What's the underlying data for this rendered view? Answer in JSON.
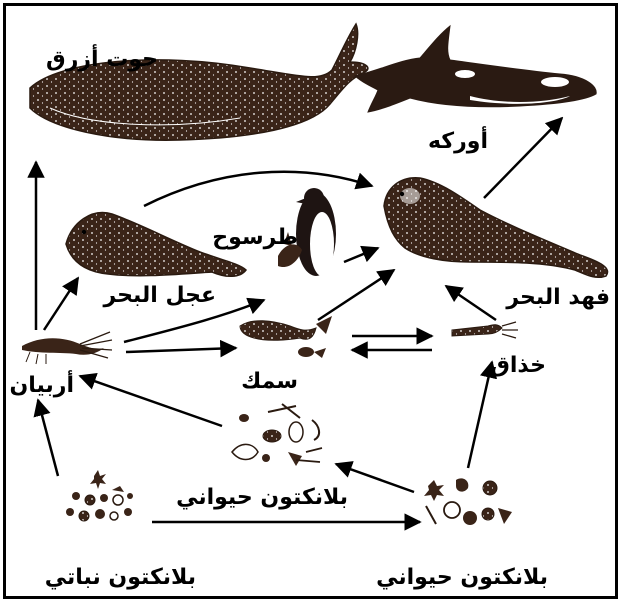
{
  "labels": {
    "blue_whale": "حوت أزرق",
    "orca": "أوركه",
    "penguin": "طرسوح",
    "seal_calf": "عجل البحر",
    "leopard_seal": "فهد البحر",
    "krill": "أربيان",
    "fish": "سمك",
    "squid": "خذاق",
    "zooplankton_middle": "بلانكتون حيواني",
    "phytoplankton": "بلانكتون نباتي",
    "zooplankton_right": "بلانكتون حيواني"
  },
  "colors": {
    "animal_fill": "#3a2418",
    "spot": "#ffffff",
    "line": "#000000"
  }
}
